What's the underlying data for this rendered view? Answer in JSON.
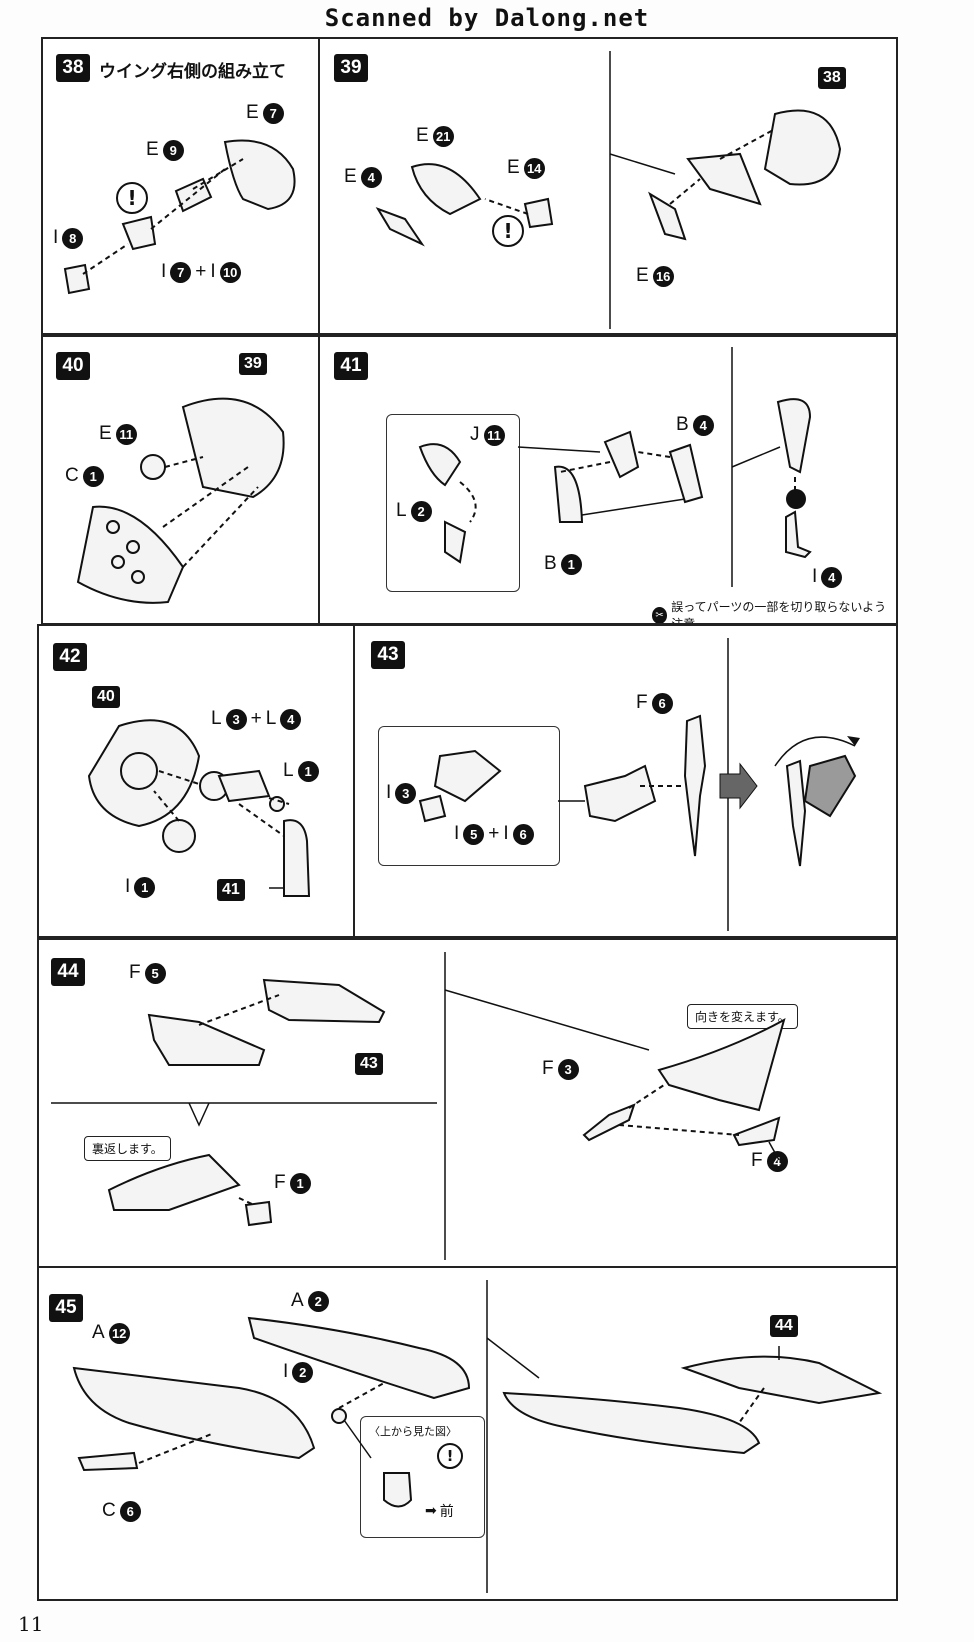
{
  "header": {
    "banner": "Scanned by Dalong.net"
  },
  "page_number": "11",
  "steps": {
    "s38": {
      "num": "38",
      "title": "ウイング右側の組み立て",
      "labels": {
        "e7": "E",
        "e9": "E",
        "i8": "I",
        "i7": "I",
        "plus": "+",
        "i10": "I"
      },
      "n": {
        "e7": "7",
        "e9": "9",
        "i8": "8",
        "i7": "7",
        "i10": "10"
      }
    },
    "s39": {
      "num": "39",
      "labels": {
        "e21": "E",
        "e4": "E",
        "e14": "E",
        "e16": "E"
      },
      "n": {
        "e21": "21",
        "e4": "4",
        "e14": "14",
        "e16": "16"
      },
      "ref": "38"
    },
    "s40": {
      "num": "40",
      "labels": {
        "e11": "E",
        "c1": "C"
      },
      "n": {
        "e11": "11",
        "c1": "1"
      },
      "ref": "39"
    },
    "s41": {
      "num": "41",
      "labels": {
        "j11": "J",
        "l2": "L",
        "b4": "B",
        "b1": "B",
        "i4": "I"
      },
      "n": {
        "j11": "11",
        "l2": "2",
        "b4": "4",
        "b1": "1",
        "i4": "4"
      },
      "note": "誤ってパーツの一部を切り取らないよう注意。"
    },
    "s42": {
      "num": "42",
      "labels": {
        "l3": "L",
        "plus": "+",
        "l4": "L",
        "l1": "L",
        "i1": "I"
      },
      "n": {
        "l3": "3",
        "l4": "4",
        "l1": "1",
        "i1": "1"
      },
      "ref_a": "40",
      "ref_b": "41"
    },
    "s43": {
      "num": "43",
      "labels": {
        "f6": "F",
        "i3": "I",
        "i5": "I",
        "plus": "+",
        "i6": "I"
      },
      "n": {
        "f6": "6",
        "i3": "3",
        "i5": "5",
        "i6": "6"
      }
    },
    "s44": {
      "num": "44",
      "labels": {
        "f5": "F",
        "f1": "F",
        "f3": "F",
        "f4": "F"
      },
      "n": {
        "f5": "5",
        "f1": "1",
        "f3": "3",
        "f4": "4"
      },
      "ref": "43",
      "callout_flip": "裏返します。",
      "callout_turn": "向きを変えます。"
    },
    "s45": {
      "num": "45",
      "labels": {
        "a2": "A",
        "a12": "A",
        "i2": "I",
        "c6": "C"
      },
      "n": {
        "a2": "2",
        "a12": "12",
        "i2": "2",
        "c6": "6"
      },
      "ref": "44",
      "inset_title": "〈上から見た図〉",
      "front": "前"
    }
  },
  "icons": {
    "warning": "exclamation-warning-icon",
    "cut": "cut-warning-icon",
    "arrow": "direction-arrow-icon"
  }
}
